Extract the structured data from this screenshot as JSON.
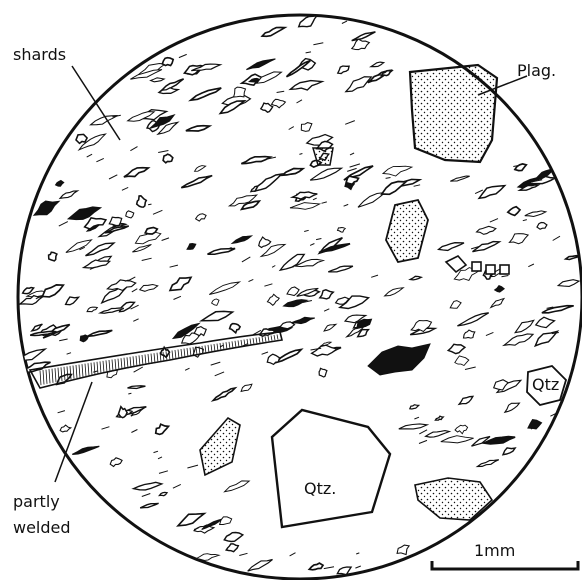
{
  "labels": {
    "shards": "shards",
    "plag": "Plag.",
    "qtz_small": "Qtz",
    "qtz_large": "Qtz.",
    "partly_line1": "partly",
    "partly_line2": "welded",
    "scale": "1mm"
  },
  "colors": {
    "ink": "#111111",
    "paper": "#ffffff"
  }
}
